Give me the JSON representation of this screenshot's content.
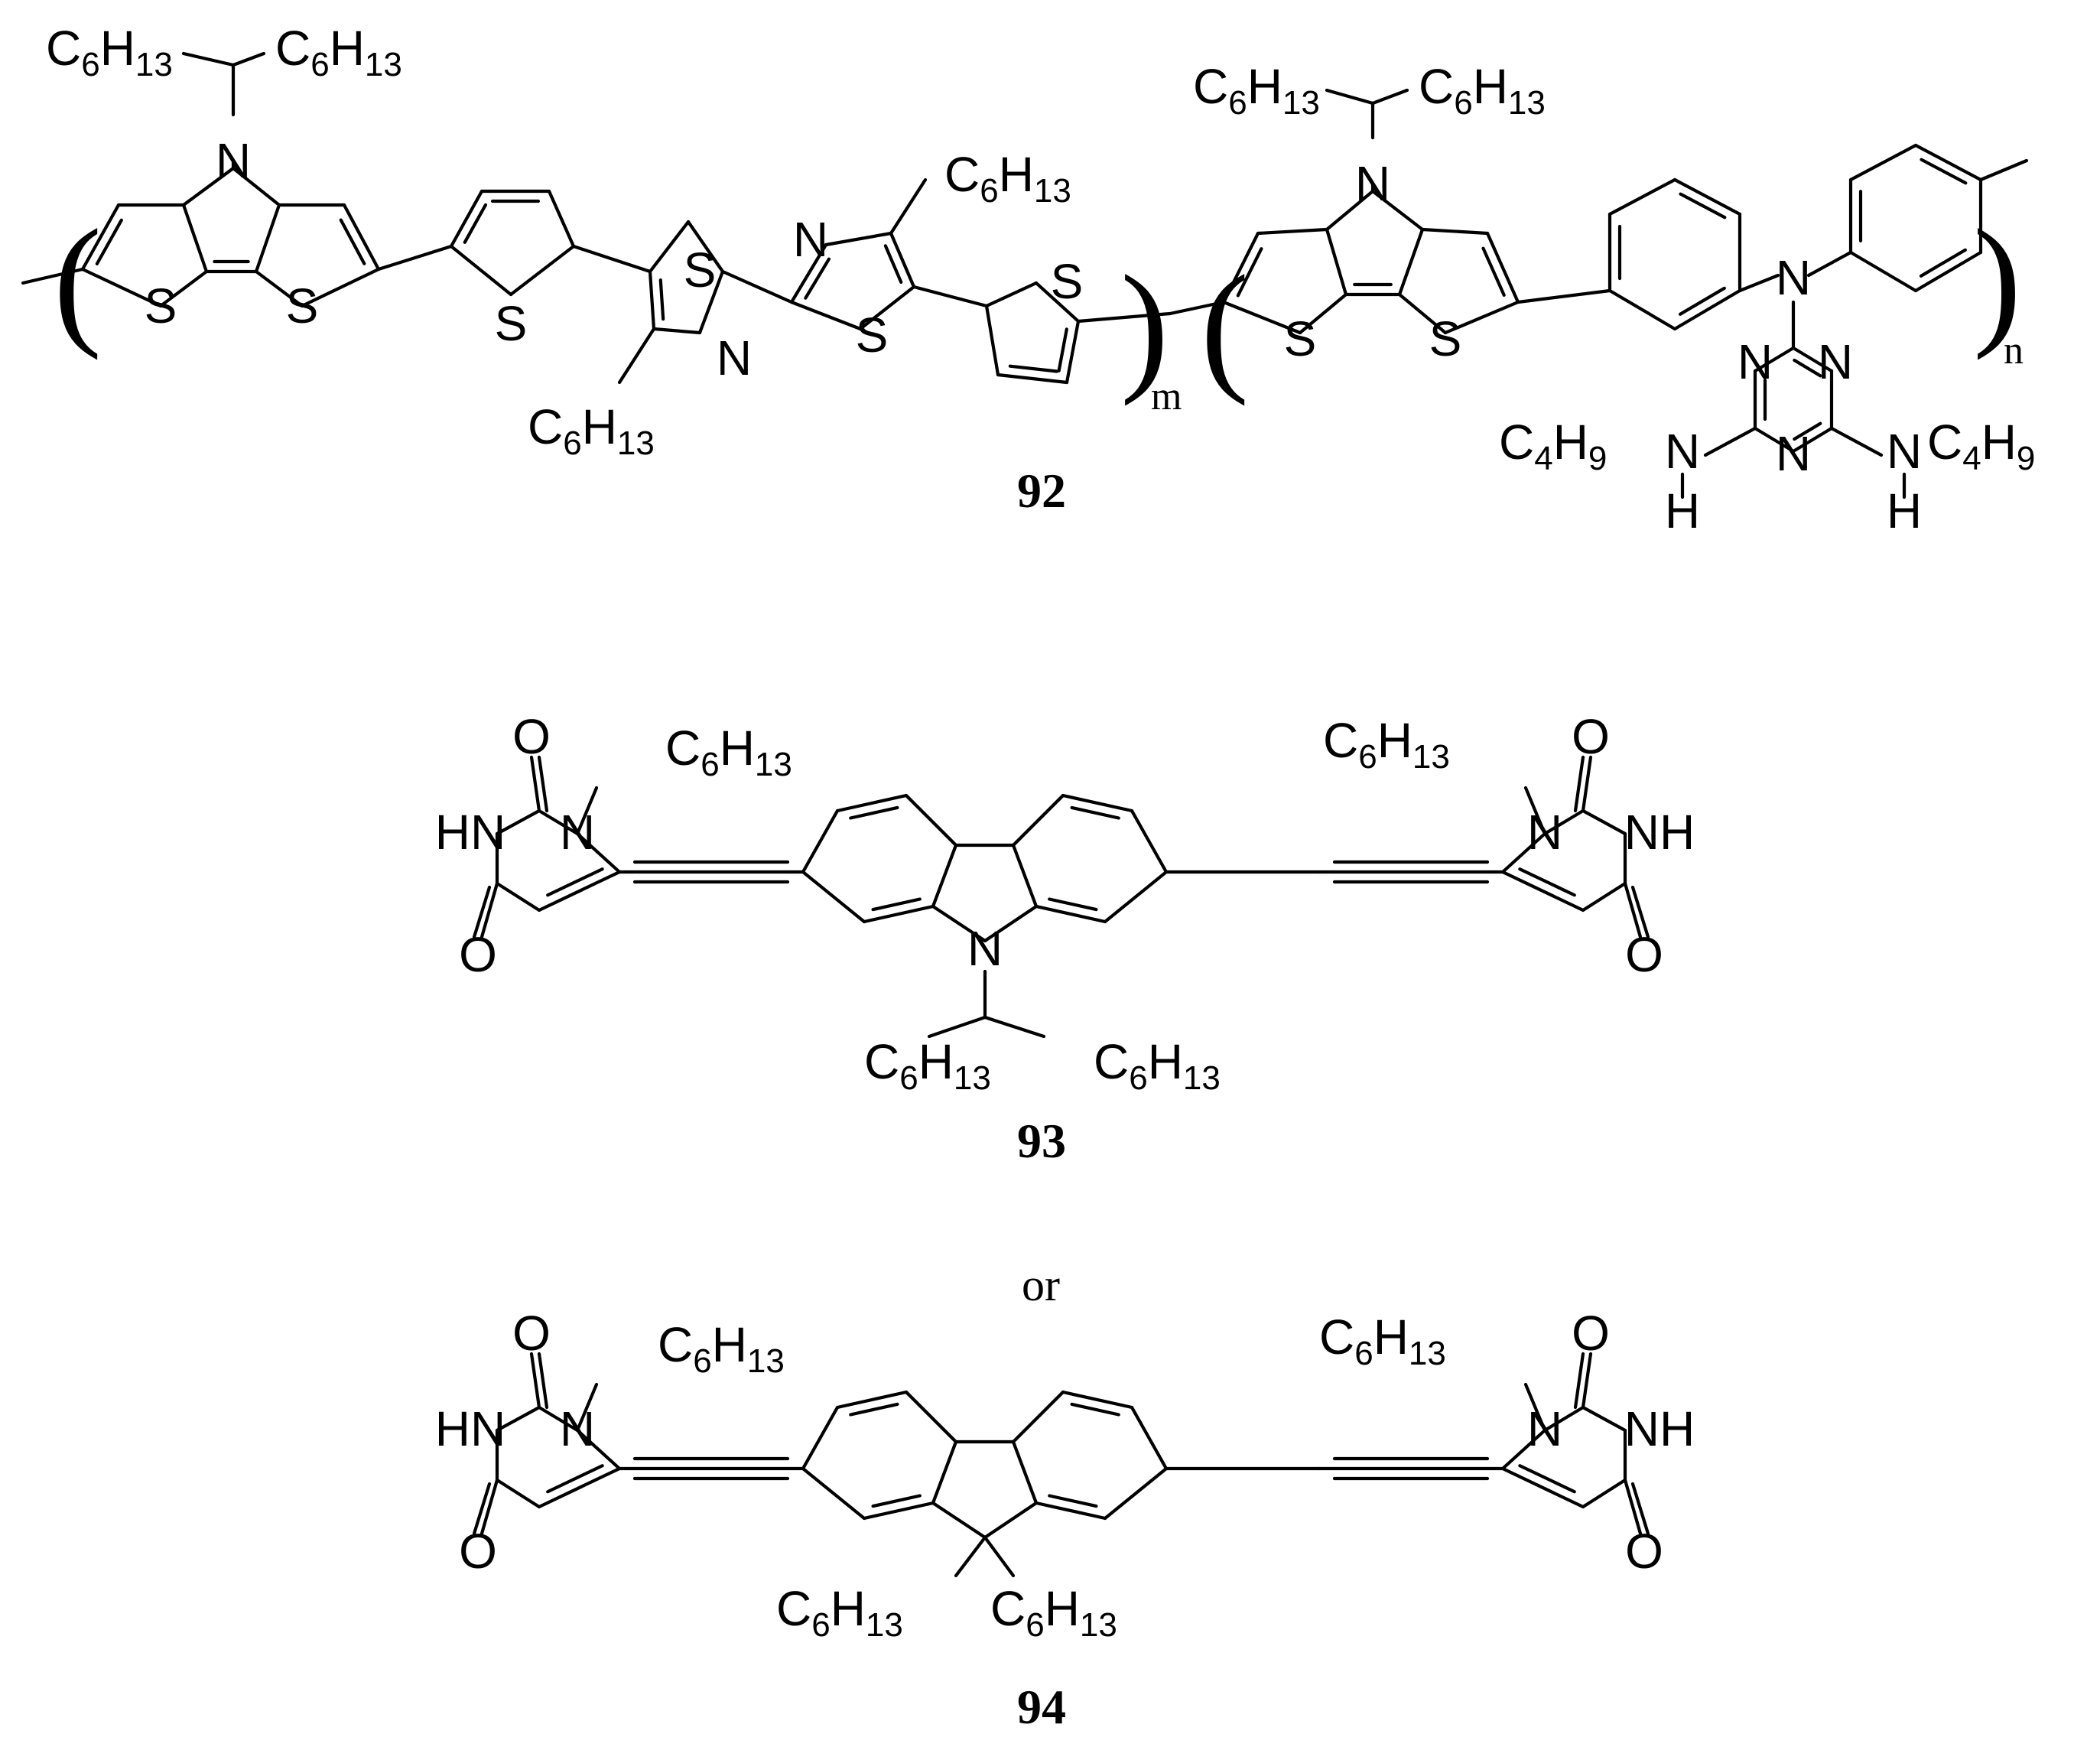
{
  "atoms": {
    "nitrogen": "N",
    "sulfur": "S",
    "oxygen": "O",
    "imine_nh": "NH",
    "imine_hn": "HN",
    "hydrogen": "H"
  },
  "substituents": {
    "hexyl_base": "C",
    "hexyl_c_sub": "6",
    "hexyl_h": "H",
    "hexyl_h_sub": "13",
    "butyl_base": "C",
    "butyl_c_sub": "4",
    "butyl_h": "H",
    "butyl_h_sub": "9"
  },
  "repeat_indices": {
    "m": "m",
    "n": "n"
  },
  "compounds": {
    "c92": "92",
    "c93": "93",
    "c94": "94"
  },
  "connector": "or",
  "colors": {
    "ink": "#000000",
    "background": "#ffffff"
  }
}
